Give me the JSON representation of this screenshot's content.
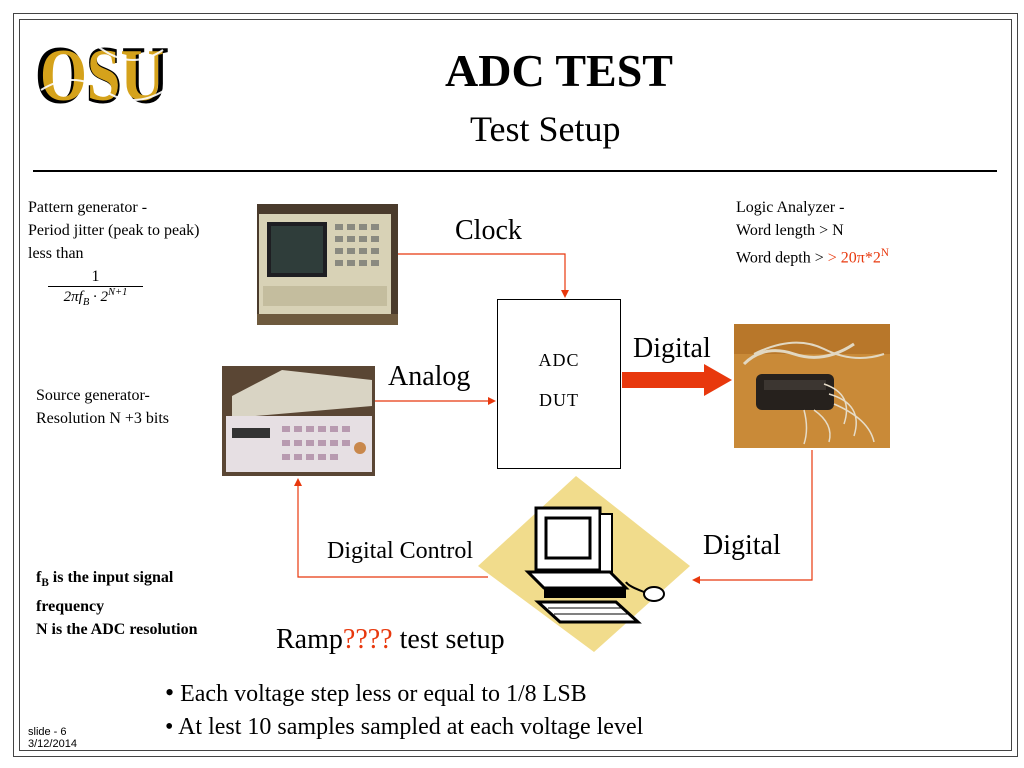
{
  "slide": {
    "logo_text": "OSU",
    "title": "ADC TEST",
    "subtitle": "Test Setup"
  },
  "pattern_generator": {
    "line1": "Pattern generator -",
    "line2": "Period jitter (peak to peak)",
    "line3": "less than",
    "formula_numerator": "1",
    "formula_denominator_main": "2πf",
    "formula_denominator_sub": "B",
    "formula_denominator_mid": " · 2",
    "formula_denominator_sup": "N+1"
  },
  "logic_analyzer": {
    "line1": "Logic Analyzer -",
    "line2": "Word length > N",
    "line3_prefix": "Word depth > ",
    "line3_highlight": "> 20π*2",
    "line3_sup": "N"
  },
  "source_generator": {
    "line1": "Source generator-",
    "line2": "Resolution N +3 bits"
  },
  "dut": {
    "line1": "ADC",
    "line2": "DUT"
  },
  "labels": {
    "clock": "Clock",
    "analog": "Analog",
    "digital_top": "Digital",
    "digital_bottom": "Digital",
    "digital_control": "Digital Control"
  },
  "notes": {
    "fb_symbol": "f",
    "fb_sub": "B",
    "fb_text": " is the input signal",
    "fb_text2": "frequency",
    "n_text": "N is the ADC resolution"
  },
  "ramp": {
    "prefix": "Ramp",
    "question": "????",
    "suffix": " test setup"
  },
  "bullets": [
    "Each voltage step less or equal to 1/8 LSB",
    "At lest 10 samples sampled at each voltage level"
  ],
  "footer": {
    "slide_label": "slide - 6",
    "date": "3/12/2014"
  },
  "colors": {
    "arrow": "#e8380d",
    "computer_bg": "#f1dc8c"
  }
}
